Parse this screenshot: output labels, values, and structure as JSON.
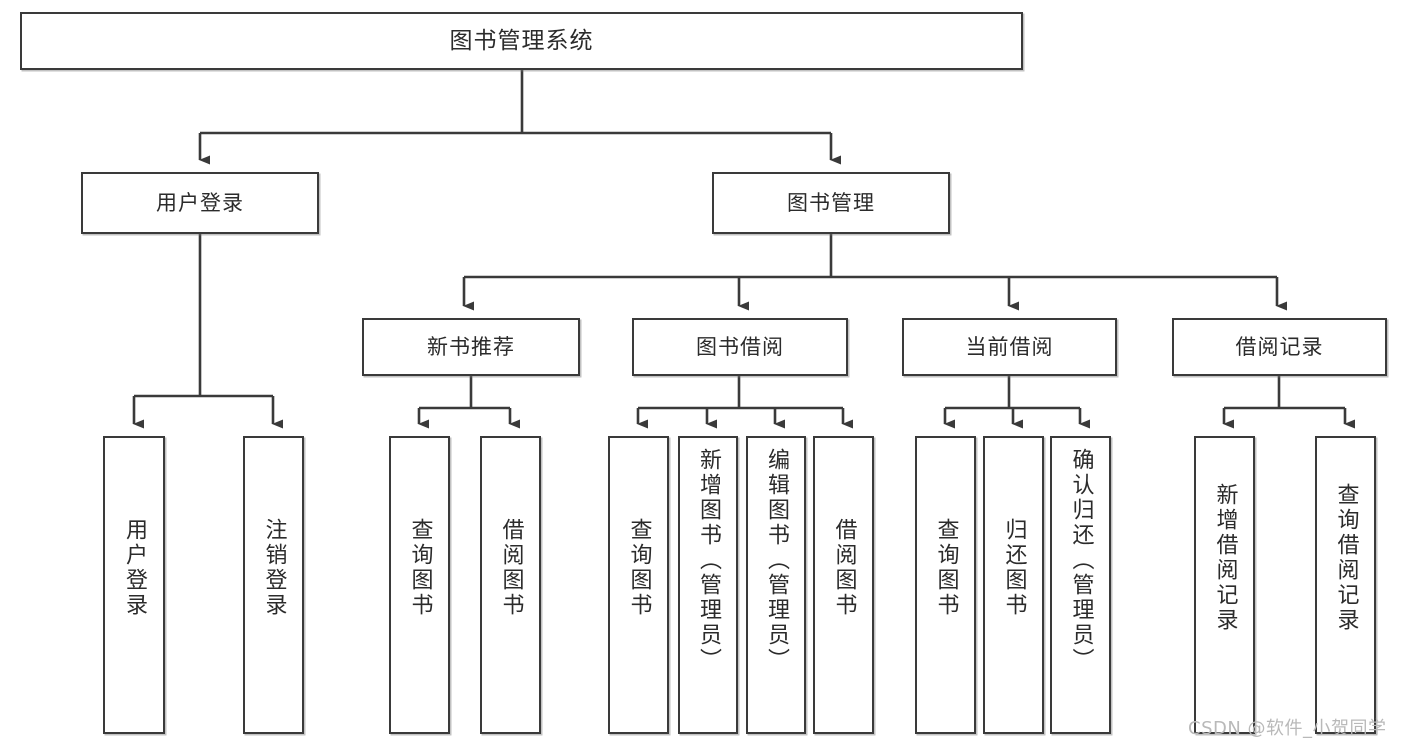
{
  "diagram": {
    "type": "tree-hierarchy-diagram",
    "title": "图书管理系统",
    "root": {
      "id": "root",
      "label": "图书管理系统"
    },
    "level1": [
      {
        "id": "user-login",
        "label": "用户登录"
      },
      {
        "id": "book-management",
        "label": "图书管理"
      }
    ],
    "level2": [
      {
        "id": "new-book-recommend",
        "label": "新书推荐"
      },
      {
        "id": "book-borrow",
        "label": "图书借阅"
      },
      {
        "id": "current-borrow",
        "label": "当前借阅"
      },
      {
        "id": "borrow-record",
        "label": "借阅记录"
      }
    ],
    "leaves": [
      {
        "id": "leaf-user-login",
        "label": "用户登录",
        "parent": "user-login"
      },
      {
        "id": "leaf-logout-login",
        "label": "注销登录",
        "parent": "user-login"
      },
      {
        "id": "leaf-query-book-1",
        "label": "查询图书",
        "parent": "new-book-recommend"
      },
      {
        "id": "leaf-borrow-book-1",
        "label": "借阅图书",
        "parent": "new-book-recommend"
      },
      {
        "id": "leaf-query-book-2",
        "label": "查询图书",
        "parent": "book-borrow"
      },
      {
        "id": "leaf-add-book",
        "label": "新增图书（管理员）",
        "parent": "book-borrow"
      },
      {
        "id": "leaf-edit-book",
        "label": "编辑图书（管理员）",
        "parent": "book-borrow"
      },
      {
        "id": "leaf-borrow-book-2",
        "label": "借阅图书",
        "parent": "book-borrow"
      },
      {
        "id": "leaf-query-book-3",
        "label": "查询图书",
        "parent": "current-borrow"
      },
      {
        "id": "leaf-return-book",
        "label": "归还图书",
        "parent": "current-borrow"
      },
      {
        "id": "leaf-confirm-return",
        "label": "确认归还（管理员）",
        "parent": "current-borrow"
      },
      {
        "id": "leaf-add-record",
        "label": "新增借阅记录",
        "parent": "borrow-record"
      },
      {
        "id": "leaf-query-record",
        "label": "查询借阅记录",
        "parent": "borrow-record"
      }
    ],
    "colors": {
      "border": "#3a3a3a",
      "text": "#2b2b2b",
      "background": "#ffffff",
      "watermark": "#b9b9b9"
    }
  },
  "watermark": {
    "text": "CSDN @软件_小贺同学"
  }
}
